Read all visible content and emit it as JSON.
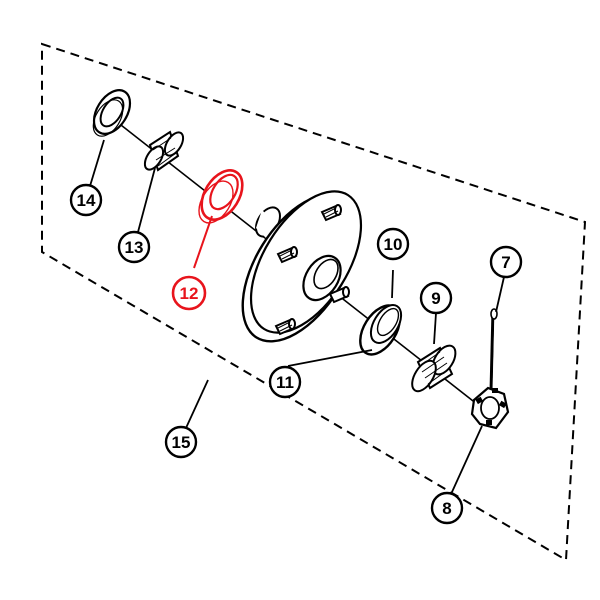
{
  "diagram": {
    "type": "exploded-parts-diagram",
    "subject": "wheel hub assembly",
    "highlight_color": "#e8141c",
    "line_color": "#000000",
    "background": "#ffffff",
    "callouts": [
      {
        "id": "c7",
        "label": "7",
        "part": "cotter-pin",
        "highlighted": false
      },
      {
        "id": "c8",
        "label": "8",
        "part": "castle-nut",
        "highlighted": false
      },
      {
        "id": "c9",
        "label": "9",
        "part": "outer-bearing-cone",
        "highlighted": false
      },
      {
        "id": "c10",
        "label": "10",
        "part": "outer-bearing-race",
        "highlighted": false
      },
      {
        "id": "c11",
        "label": "11",
        "part": "hub",
        "highlighted": false
      },
      {
        "id": "c12",
        "label": "12",
        "part": "inner-bearing-race",
        "highlighted": true
      },
      {
        "id": "c13",
        "label": "13",
        "part": "inner-bearing-cone",
        "highlighted": false
      },
      {
        "id": "c14",
        "label": "14",
        "part": "grease-seal",
        "highlighted": false
      },
      {
        "id": "c15",
        "label": "15",
        "part": "hub-assembly-kit",
        "highlighted": false
      }
    ]
  }
}
